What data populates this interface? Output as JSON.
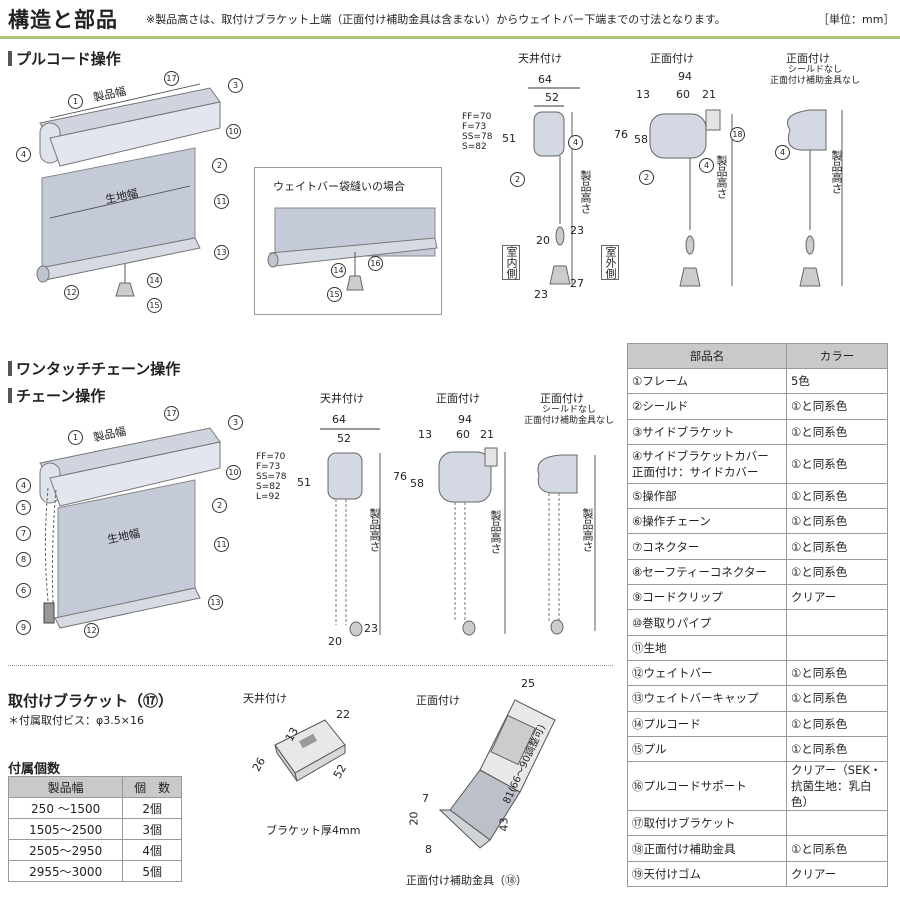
{
  "header": {
    "title": "構造と部品",
    "note": "※製品高さは、取付けブラケット上端（正面付け補助金具は含まない）からウェイトバー下端までの寸法となります。",
    "unit": "［単位：mm］"
  },
  "sections": {
    "pullcord": "プルコード操作",
    "onetouch": "ワンタッチチェーン操作",
    "chain": "チェーン操作",
    "bracket": "取付けブラケット（⑰）",
    "bracket_note": "＊付属取付ビス：φ3.5×16",
    "qty_title": "付属個数"
  },
  "labels": {
    "product_width": "製品幅",
    "fabric_width": "生地幅",
    "product_height": "製品高さ",
    "ceiling": "天井付け",
    "front": "正面付け",
    "front_noshield": "正面付け",
    "noshield_note1": "シールドなし",
    "noshield_note2": "正面付け補助金具なし",
    "weightbar_sewn": "ウェイトバー袋縫いの場合",
    "indoor": "室内側",
    "outdoor": "室外側",
    "bracket_thickness": "ブラケット厚4mm",
    "aux_bracket": "正面付け補助金具（⑱）",
    "adjustable": "81(66〜90調整可)"
  },
  "dims": {
    "pc_ceil_w1": "64",
    "pc_ceil_w2": "52",
    "pc_ceil_h": "51",
    "pc_ceil_codes": [
      "FF=70",
      "F=73",
      "SS=78",
      "S=82"
    ],
    "pc_front_w1": "94",
    "pc_front_13": "13",
    "pc_front_60": "60",
    "pc_front_21": "21",
    "pc_front_76": "76",
    "pc_front_58": "58",
    "pc_pull_23": "23",
    "pc_pull_20": "20",
    "pc_pull_27": "27",
    "pc_pull_23b": "23",
    "ch_ceil_w1": "64",
    "ch_ceil_w2": "52",
    "ch_ceil_h": "51",
    "ch_ceil_codes": [
      "FF=70",
      "F=73",
      "SS=78",
      "S=82",
      "L=92"
    ],
    "ch_front_w1": "94",
    "ch_front_13": "13",
    "ch_front_60": "60",
    "ch_front_21": "21",
    "ch_front_76": "76",
    "ch_front_58": "58",
    "ch_20": "20",
    "ch_23": "23",
    "br_22": "22",
    "br_13": "13",
    "br_26": "26",
    "br_52": "52",
    "aux_25": "25",
    "aux_7": "7",
    "aux_20": "20",
    "aux_8": "8",
    "aux_43": "43"
  },
  "parts_table": {
    "headers": [
      "部品名",
      "カラー"
    ],
    "rows": [
      [
        "①フレーム",
        "5色"
      ],
      [
        "②シールド",
        "①と同系色"
      ],
      [
        "③サイドブラケット",
        "①と同系色"
      ],
      [
        "④サイドブラケットカバー 正面付け：サイドカバー",
        "①と同系色"
      ],
      [
        "⑤操作部",
        "①と同系色"
      ],
      [
        "⑥操作チェーン",
        "①と同系色"
      ],
      [
        "⑦コネクター",
        "①と同系色"
      ],
      [
        "⑧セーフティーコネクター",
        "①と同系色"
      ],
      [
        "⑨コードクリップ",
        "クリアー"
      ],
      [
        "⑩巻取りパイプ",
        ""
      ],
      [
        "⑪生地",
        ""
      ],
      [
        "⑫ウェイトバー",
        "①と同系色"
      ],
      [
        "⑬ウェイトバーキャップ",
        "①と同系色"
      ],
      [
        "⑭プルコード",
        "①と同系色"
      ],
      [
        "⑮プル",
        "①と同系色"
      ],
      [
        "⑯プルコードサポート",
        "クリアー（SEK・抗菌生地：乳白色）"
      ],
      [
        "⑰取付けブラケット",
        ""
      ],
      [
        "⑱正面付け補助金具",
        "①と同系色"
      ],
      [
        "⑲天付けゴム",
        "クリアー"
      ]
    ]
  },
  "qty_table": {
    "headers": [
      "製品幅",
      "個　数"
    ],
    "rows": [
      [
        "250 ～1500",
        "2個"
      ],
      [
        "1505～2500",
        "3個"
      ],
      [
        "2505～2950",
        "4個"
      ],
      [
        "2955～3000",
        "5個"
      ]
    ]
  },
  "colors": {
    "accent_line": "#a8c77a",
    "table_header": "#c9c9c9",
    "fabric": "#c4cad8",
    "frame": "#d4d8e2"
  }
}
